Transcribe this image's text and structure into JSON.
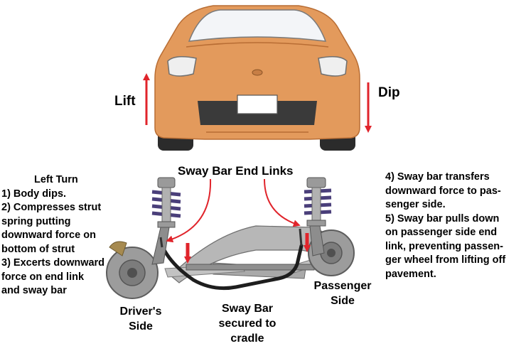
{
  "labels": {
    "lift": "Lift",
    "dip": "Dip",
    "end_links": "Sway Bar End Links",
    "drivers_side_1": "Driver's",
    "drivers_side_2": "Side",
    "passenger_side_1": "Passenger",
    "passenger_side_2": "Side",
    "sway_bar_1": "Sway Bar",
    "sway_bar_2": "secured to",
    "sway_bar_3": "cradle"
  },
  "left_notes": {
    "title": "Left Turn",
    "lines": [
      "1) Body dips.",
      "2) Compresses strut",
      "spring putting",
      "downward force on",
      "bottom of strut",
      "3) Excerts downward",
      "force on end link",
      "and sway bar"
    ]
  },
  "right_notes": {
    "lines": [
      "4) Sway bar transfers",
      "downward force to pas-",
      "senger side.",
      "5) Sway bar pulls down",
      "on passenger side end",
      "link, preventing passen-",
      "ger wheel from lifting off",
      "pavement."
    ]
  },
  "colors": {
    "car_body": "#e39a5c",
    "arrow_red": "#e0242b",
    "spring": "#4a3f7a"
  },
  "icons": {
    "lift_arrow": "arrow-up-icon",
    "dip_arrow": "arrow-down-icon"
  }
}
